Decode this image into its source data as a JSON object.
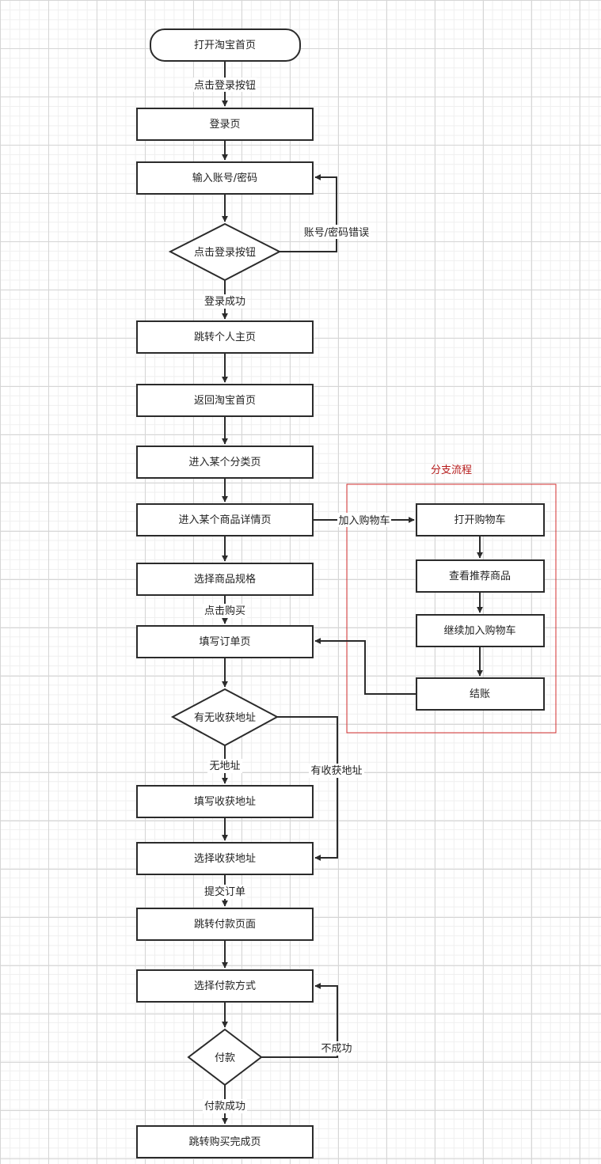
{
  "nodes": {
    "start": "打开淘宝首页",
    "login_page": "登录页",
    "input_account": "输入账号/密码",
    "click_login_decision": "点击登录按钮",
    "personal_home": "跳转个人主页",
    "back_home": "返回淘宝首页",
    "category_page": "进入某个分类页",
    "product_detail": "进入某个商品详情页",
    "select_spec": "选择商品规格",
    "fill_order": "填写订单页",
    "address_decision": "有无收获地址",
    "fill_address": "填写收获地址",
    "select_address": "选择收获地址",
    "payment_page": "跳转付款页面",
    "select_payment": "选择付款方式",
    "pay_decision": "付款",
    "purchase_done": "跳转购买完成页",
    "open_cart": "打开购物车",
    "view_recommend": "查看推荐商品",
    "continue_cart": "继续加入购物车",
    "checkout": "结账"
  },
  "edges": {
    "click_login": "点击登录按钮",
    "account_error": "账号/密码错误",
    "login_success": "登录成功",
    "add_to_cart": "加入购物车",
    "click_buy": "点击购买",
    "no_address": "无地址",
    "has_address": "有收获地址",
    "submit_order": "提交订单",
    "failed": "不成功",
    "pay_success": "付款成功"
  },
  "group": {
    "title": "分支流程",
    "border_color": "#d32f2f"
  },
  "colors": {
    "stroke": "#2b2b2b",
    "label": "#b71c1c"
  }
}
